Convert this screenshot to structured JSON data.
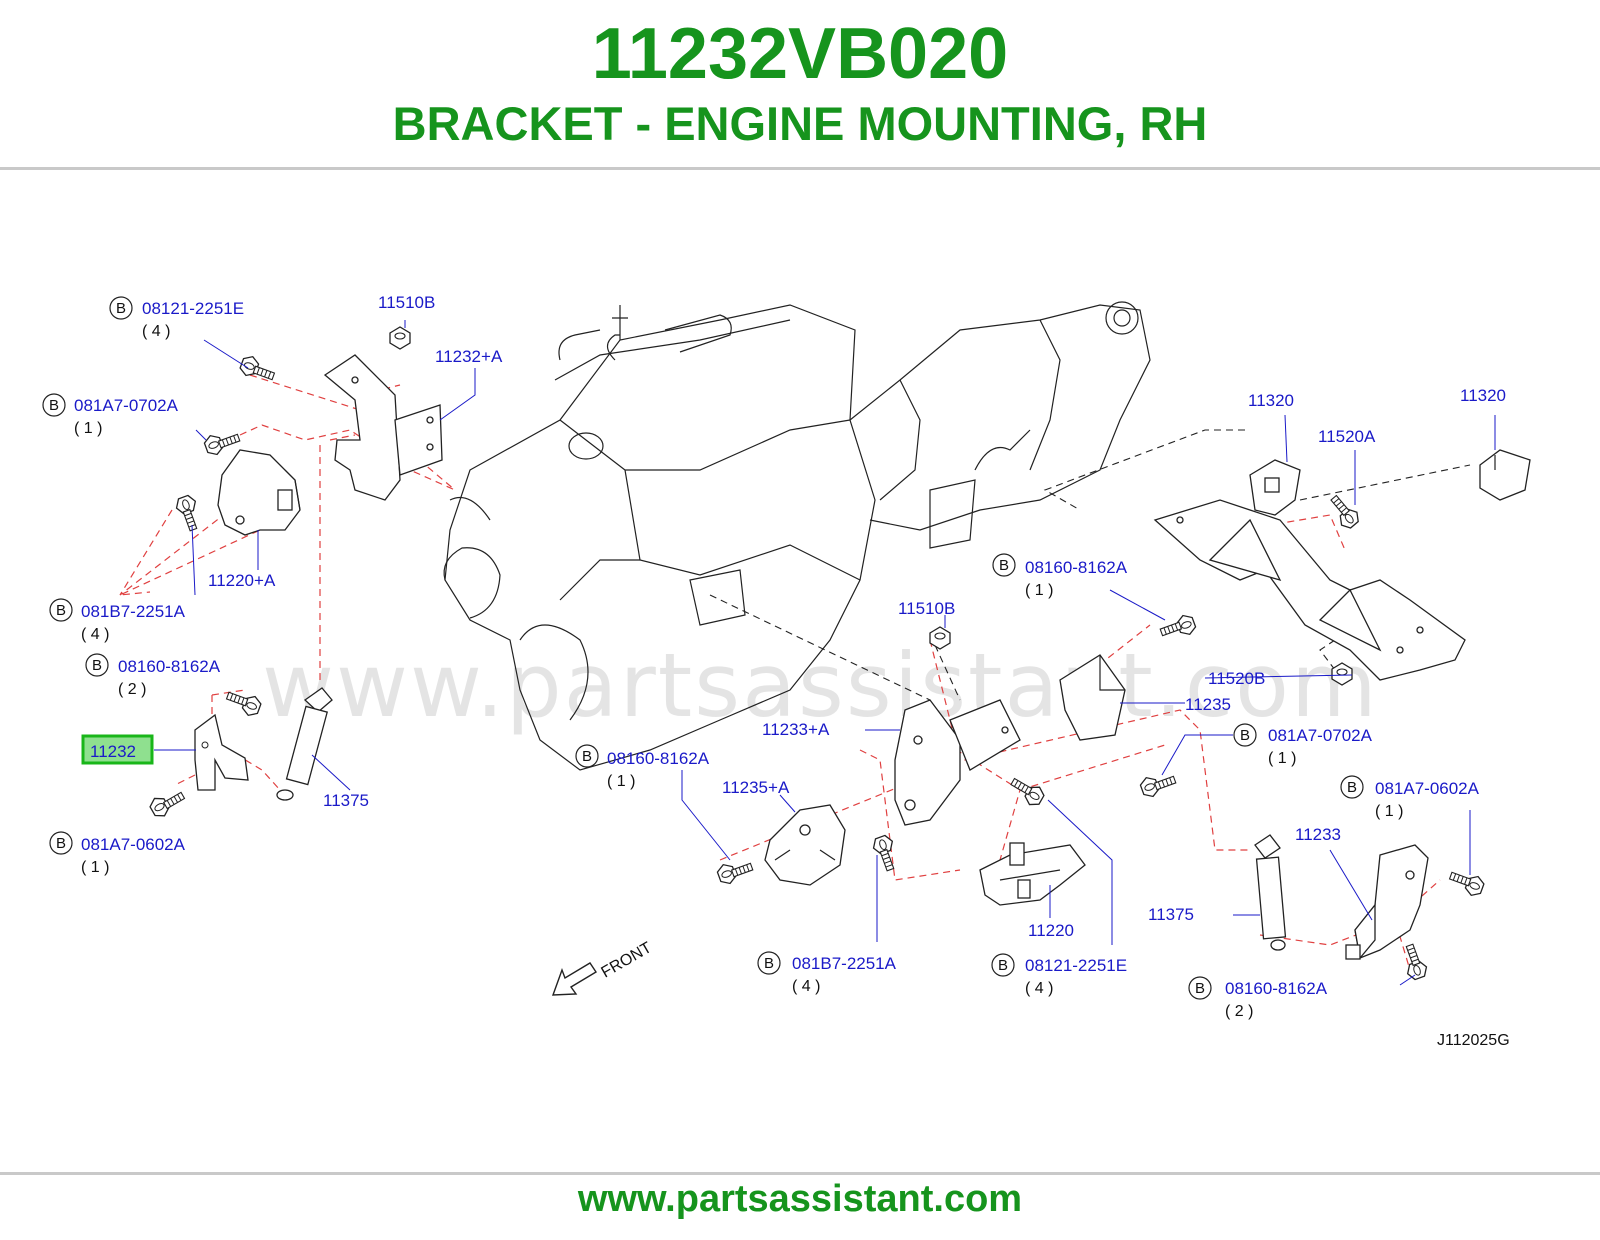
{
  "header": {
    "part_number": "11232VB020",
    "part_name": "BRACKET - ENGINE MOUNTING, RH"
  },
  "diagram": {
    "watermark": "www.partsassistant.com",
    "drawing_code": "J112025G",
    "front_label": "FRONT",
    "bolt_marker": "B",
    "highlight_color": "#8fe08f",
    "labels": {
      "l01": "08121-2251E",
      "l01q": "( 4 )",
      "l02": "11510B",
      "l03": "11232+A",
      "l04": "081A7-0702A",
      "l04q": "( 1 )",
      "l05": "11220+A",
      "l06": "081B7-2251A",
      "l06q": "( 4 )",
      "l07": "08160-8162A",
      "l07q": "( 2 )",
      "l08": "11232",
      "l09": "11375",
      "l10": "081A7-0602A",
      "l10q": "( 1 )",
      "l11": "11320",
      "l12": "11320",
      "l13": "11520A",
      "l14": "08160-8162A",
      "l14q": "( 1 )",
      "l15": "11510B",
      "l16": "11520B",
      "l17": "11235",
      "l18": "11233+A",
      "l19": "08160-8162A",
      "l19q": "( 1 )",
      "l20": "081A7-0702A",
      "l20q": "( 1 )",
      "l21": "11235+A",
      "l22": "081A7-0602A",
      "l22q": "( 1 )",
      "l23": "11233",
      "l24": "11375",
      "l25": "11220",
      "l26": "081B7-2251A",
      "l26q": "( 4 )",
      "l27": "08121-2251E",
      "l27q": "( 4 )",
      "l28": "08160-8162A",
      "l28q": "( 2 )"
    }
  },
  "footer": {
    "url": "www.partsassistant.com"
  }
}
